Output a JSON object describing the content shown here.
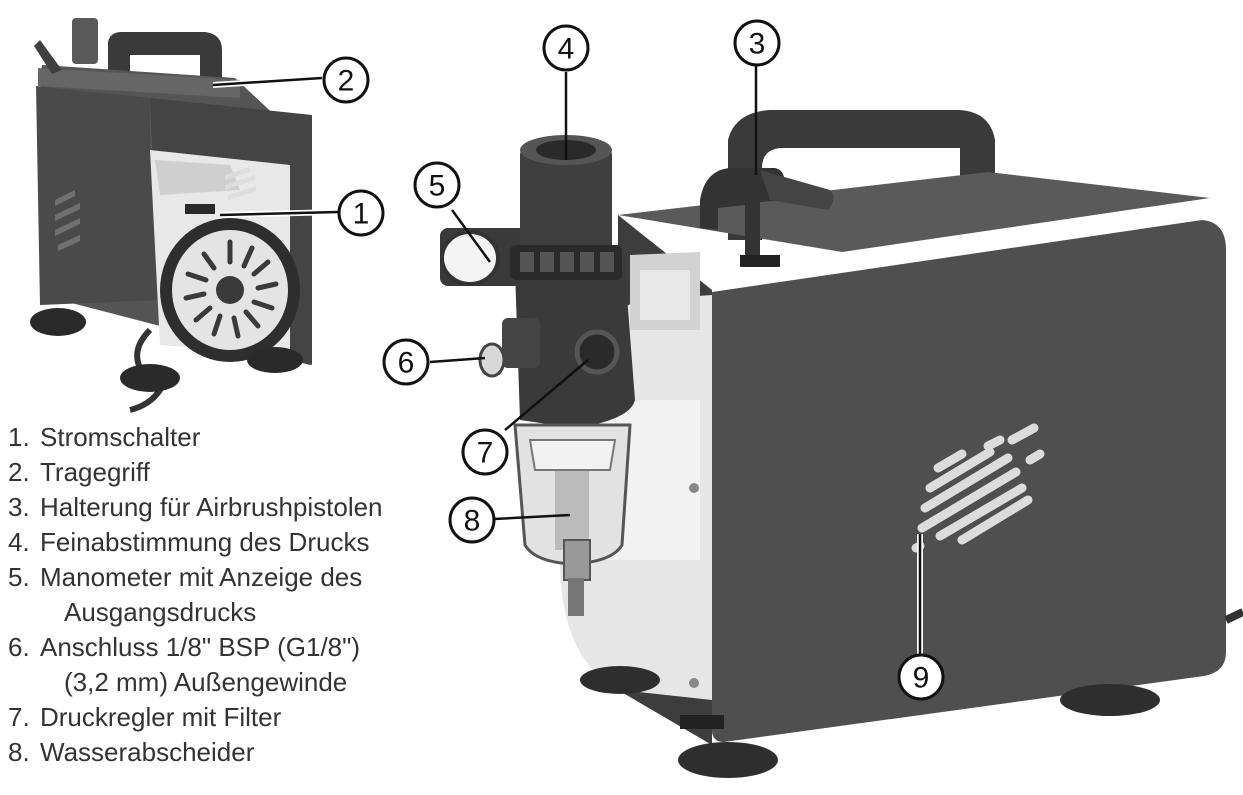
{
  "callouts": [
    "1",
    "2",
    "3",
    "4",
    "5",
    "6",
    "7",
    "8",
    "9"
  ],
  "legend": [
    {
      "num": "1.",
      "text": "Stromschalter"
    },
    {
      "num": "2.",
      "text": "Tragegriff"
    },
    {
      "num": "3.",
      "text": "Halterung für Airbrushpistolen"
    },
    {
      "num": "4.",
      "text": "Feinabstimmung des Drucks"
    },
    {
      "num": "5.",
      "text": "Manometer mit Anzeige des",
      "cont": "Ausgangsdrucks"
    },
    {
      "num": "6.",
      "text": "Anschluss 1/8\" BSP (G1/8\")",
      "cont": "(3,2 mm) Außengewinde"
    },
    {
      "num": "7.",
      "text": "Druckregler mit Filter"
    },
    {
      "num": "8.",
      "text": "Wasserabscheider"
    }
  ],
  "colors": {
    "body_dark": "#4a4a4a",
    "body_mid": "#5c5c5c",
    "handle": "#3a3a3a",
    "chrome": "#d9d9d9",
    "line": "#111111"
  }
}
